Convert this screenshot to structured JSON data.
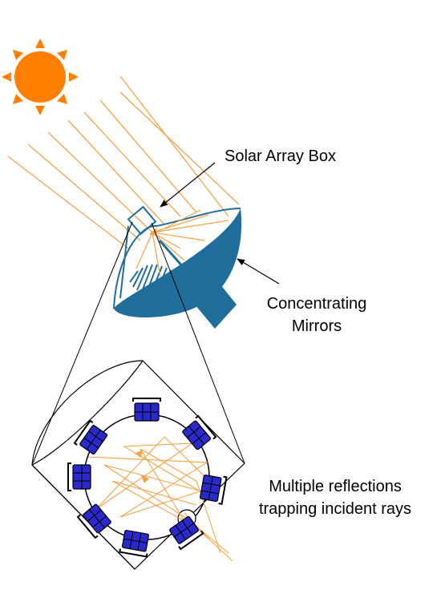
{
  "labels": {
    "solar_array_box": "Solar Array Box",
    "concentrating_mirrors_line1": "Concentrating",
    "concentrating_mirrors_line2": "Mirrors",
    "multiple_reflections_line1": "Multiple reflections",
    "multiple_reflections_line2": "trapping incident rays"
  },
  "colors": {
    "sun": "#FF7F00",
    "rays": "#F5A246",
    "mirror": "#1F6E9B",
    "panel": "#2A2ACC",
    "outline": "#000000"
  },
  "icons": {
    "sun": "sun-icon",
    "dish": "concentrator-dish-icon",
    "panel": "solar-panel-icon"
  }
}
